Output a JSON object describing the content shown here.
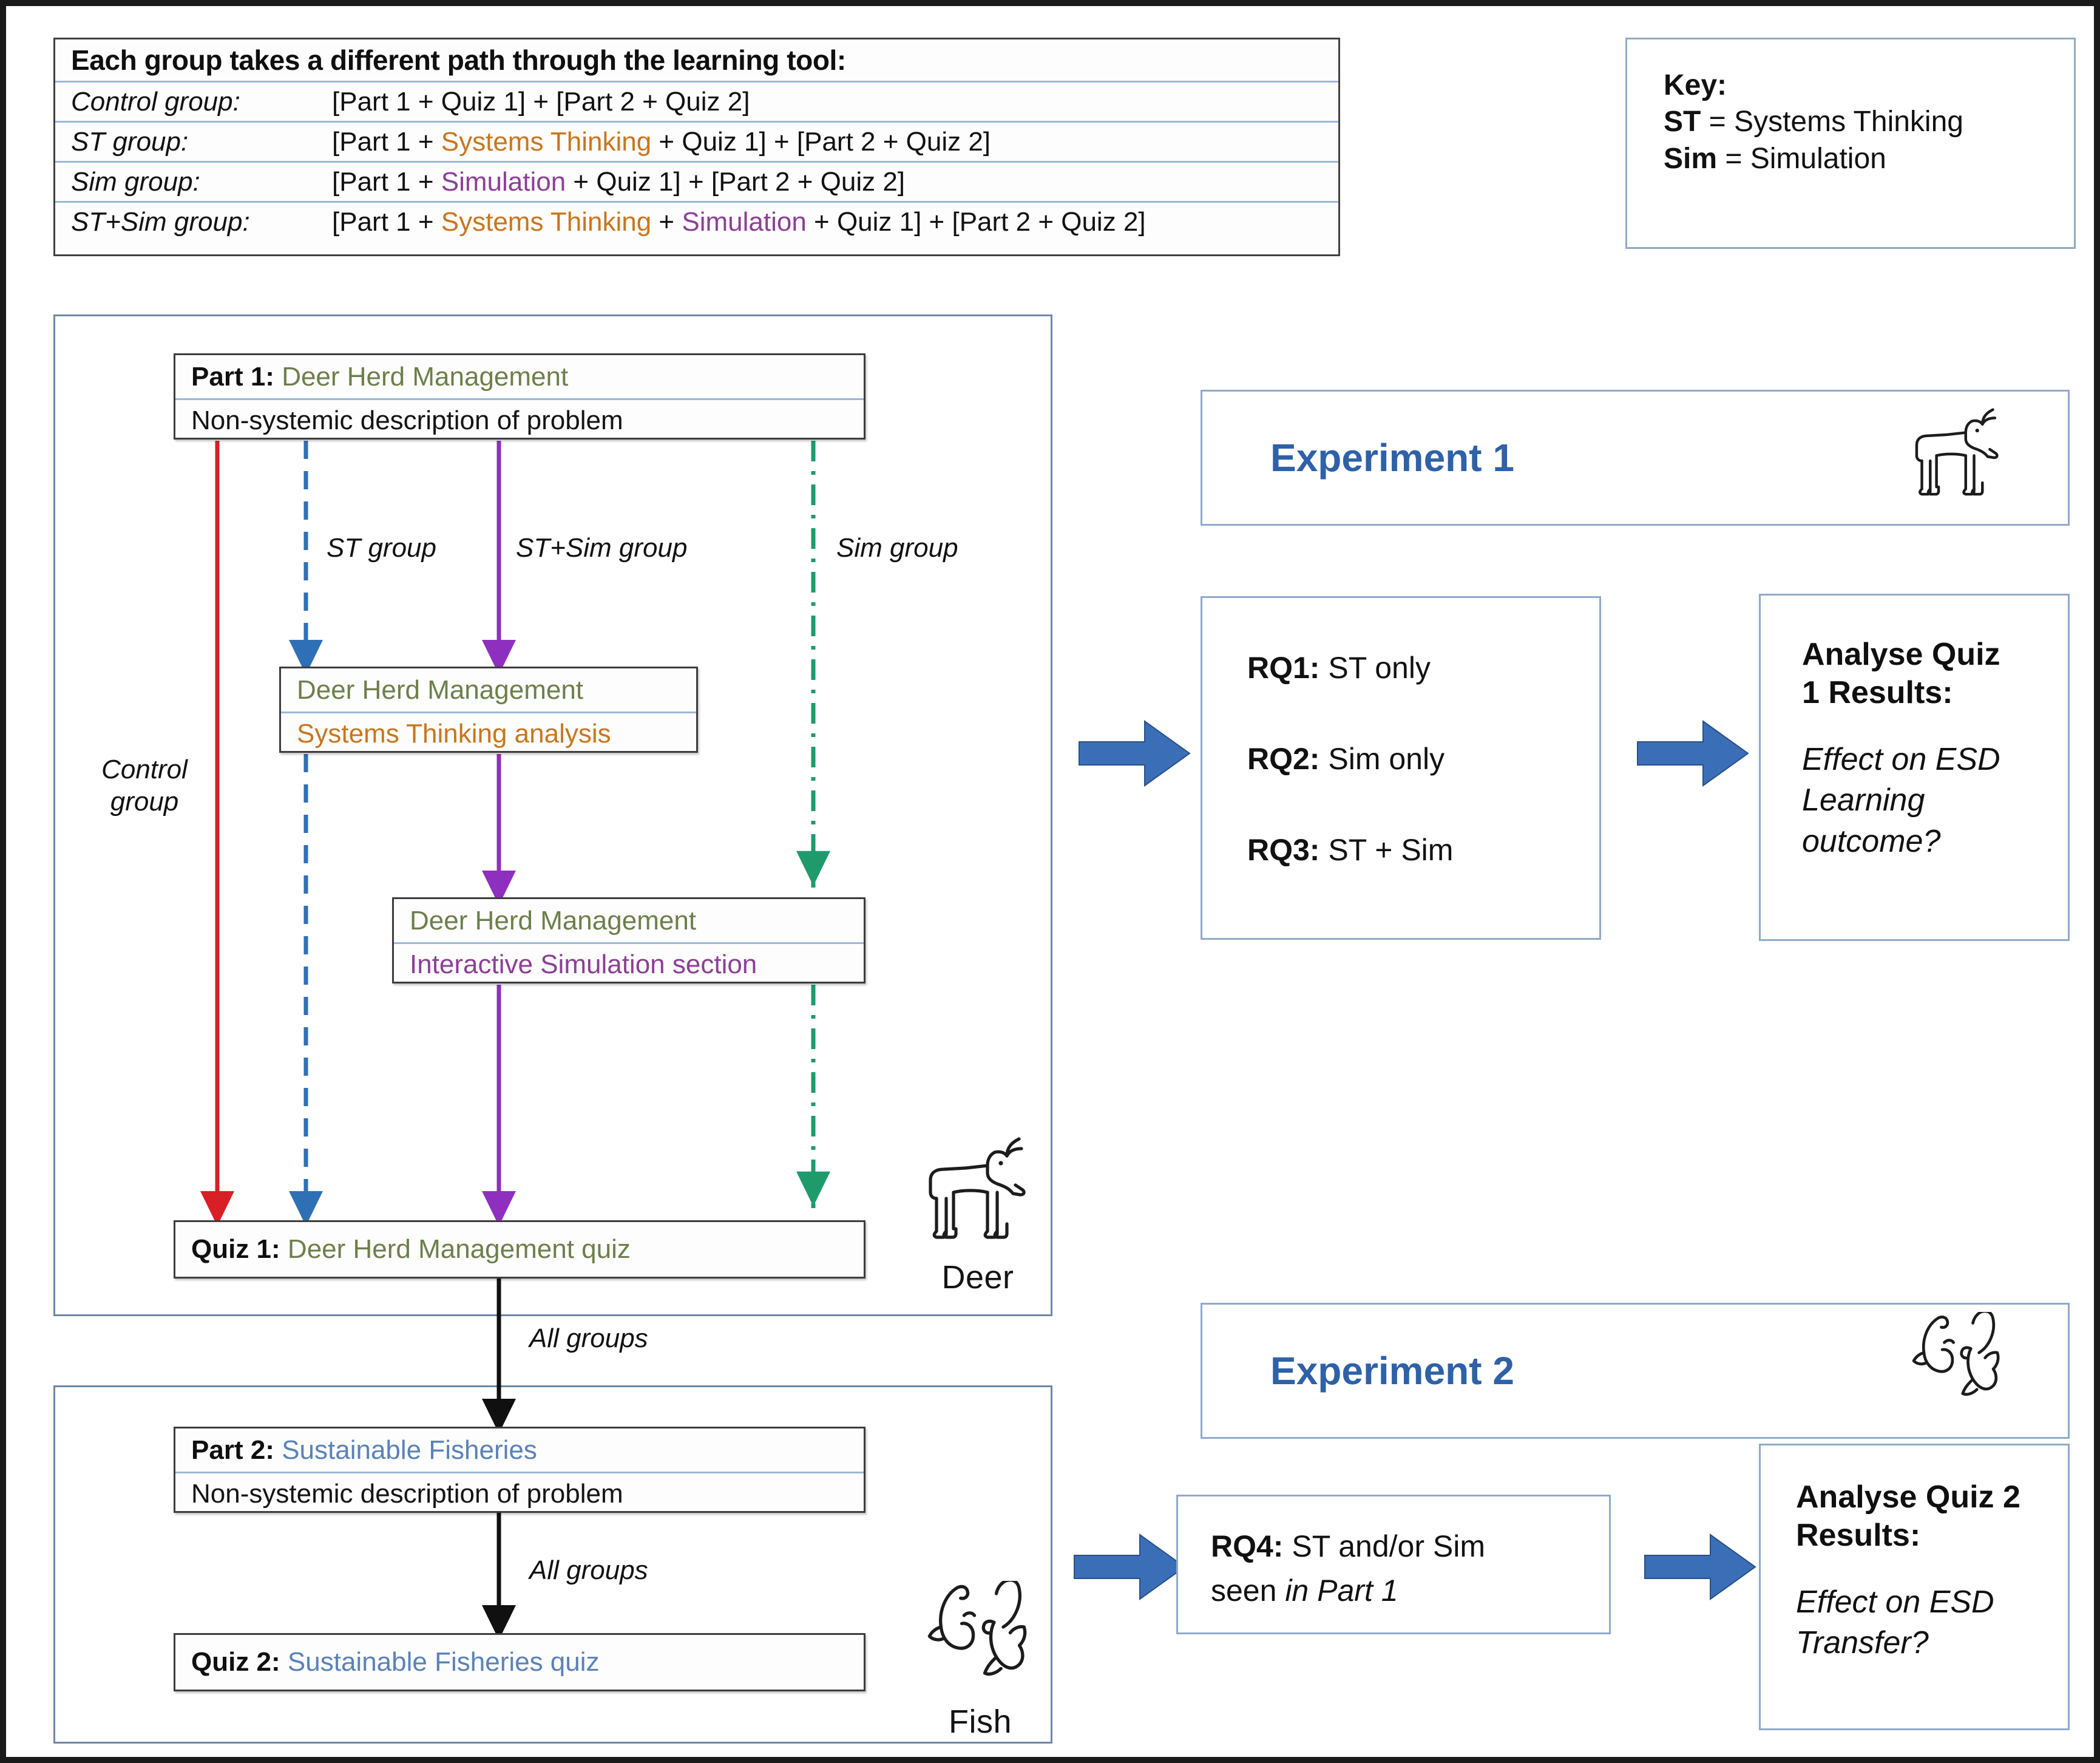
{
  "path_table": {
    "heading": "Each group takes a different path through the learning tool:",
    "rows": [
      {
        "label": "Control group:",
        "segments": [
          {
            "text": "[Part 1 + Quiz 1] + [Part 2 + Quiz 2]",
            "style": "plain"
          }
        ]
      },
      {
        "label": "ST group:",
        "segments": [
          {
            "text": "[Part 1 + ",
            "style": "plain"
          },
          {
            "text": "Systems Thinking",
            "style": "st"
          },
          {
            "text": " + Quiz 1] + [Part 2 + Quiz 2]",
            "style": "plain"
          }
        ]
      },
      {
        "label": "Sim group:",
        "segments": [
          {
            "text": "[Part 1 + ",
            "style": "plain"
          },
          {
            "text": "Simulation",
            "style": "sim"
          },
          {
            "text": " + Quiz 1] + [Part 2 + Quiz 2]",
            "style": "plain"
          }
        ]
      },
      {
        "label": "ST+Sim group:",
        "segments": [
          {
            "text": "[Part 1 + ",
            "style": "plain"
          },
          {
            "text": "Systems Thinking",
            "style": "st"
          },
          {
            "text": " + ",
            "style": "plain"
          },
          {
            "text": "Simulation",
            "style": "sim"
          },
          {
            "text": " + Quiz 1] + [Part 2 + Quiz 2]",
            "style": "plain"
          }
        ]
      }
    ]
  },
  "key": {
    "title": "Key:",
    "entries": [
      {
        "abbr": "ST",
        "sep": " = ",
        "expansion": "Systems Thinking"
      },
      {
        "abbr": "Sim",
        "sep": " = ",
        "expansion": "Simulation"
      }
    ]
  },
  "flow": {
    "part1": {
      "prefix": "Part 1:",
      "topic": "Deer Herd Management",
      "subtitle": "Non-systemic description of problem"
    },
    "st_box": {
      "topic": "Deer Herd Management",
      "activity": "Systems Thinking analysis"
    },
    "sim_box": {
      "topic": "Deer Herd Management",
      "activity": "Interactive Simulation section"
    },
    "quiz1": {
      "prefix": "Quiz 1:",
      "topic": "Deer Herd Management quiz"
    },
    "part2": {
      "prefix": "Part 2:",
      "topic": "Sustainable Fisheries",
      "subtitle": "Non-systemic description of problem"
    },
    "quiz2": {
      "prefix": "Quiz 2:",
      "topic": "Sustainable Fisheries quiz"
    },
    "edge_labels": {
      "control": "Control\ngroup",
      "st": "ST group",
      "st_sim": "ST+Sim group",
      "sim": "Sim group",
      "all_groups_1": "All groups",
      "all_groups_2": "All groups"
    },
    "panel_captions": {
      "deer": "Deer",
      "fish": "Fish"
    }
  },
  "edge_colors": {
    "control": "#d81f26",
    "st": "#2f6fb5",
    "st_sim": "#8f2fbf",
    "sim": "#1f9b6b",
    "all_groups": "#101010",
    "block_arrow": "#3a6fb8"
  },
  "text_colors": {
    "deer_topic": "#6d7f4b",
    "fish_topic": "#5a82b8",
    "systems_thinking": "#c8761d",
    "simulation": "#8c3f96",
    "experiment_title": "#2e61a8"
  },
  "experiments": [
    {
      "title": "Experiment 1",
      "icon": "deer-icon",
      "research_questions": [
        {
          "id": "RQ1:",
          "text": " ST only"
        },
        {
          "id": "RQ2:",
          "text": " Sim only"
        },
        {
          "id": "RQ3:",
          "text": " ST + Sim"
        }
      ],
      "analyse": {
        "title": "Analyse Quiz\n1 Results:",
        "question": "Effect on ESD\nLearning\noutcome?"
      }
    },
    {
      "title": "Experiment 2",
      "icon": "fish-icon",
      "research_questions": [
        {
          "id": "RQ4:",
          "text": " ST and/or Sim",
          "text2_pre": "seen ",
          "text2_em": "in Part 1"
        }
      ],
      "analyse": {
        "title": "Analyse Quiz 2\nResults:",
        "question": "Effect on ESD\nTransfer?"
      }
    }
  ]
}
